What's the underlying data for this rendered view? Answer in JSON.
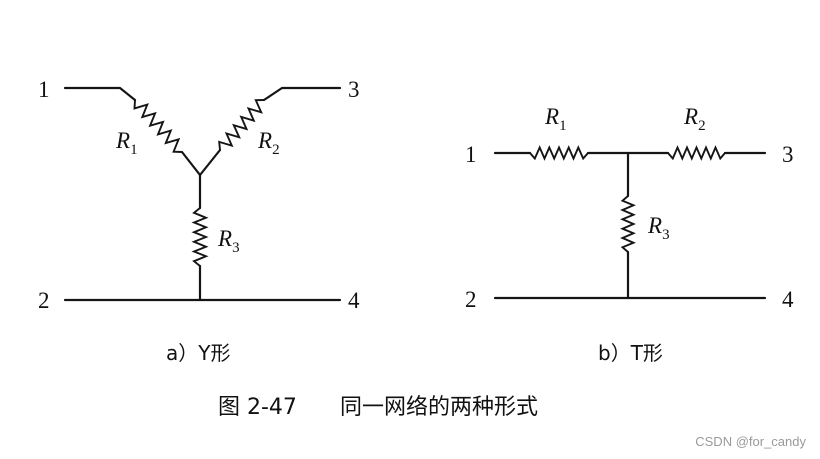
{
  "diagram_a": {
    "terminals": {
      "t1": "1",
      "t2": "2",
      "t3": "3",
      "t4": "4"
    },
    "r1": {
      "letter": "R",
      "sub": "1"
    },
    "r2": {
      "letter": "R",
      "sub": "2"
    },
    "r3": {
      "letter": "R",
      "sub": "3"
    },
    "caption": "a）Y形"
  },
  "diagram_b": {
    "terminals": {
      "t1": "1",
      "t2": "2",
      "t3": "3",
      "t4": "4"
    },
    "r1": {
      "letter": "R",
      "sub": "1"
    },
    "r2": {
      "letter": "R",
      "sub": "2"
    },
    "r3": {
      "letter": "R",
      "sub": "3"
    },
    "caption": "b）T形"
  },
  "figure_caption": {
    "number": "图 2-47",
    "title": "同一网络的两种形式"
  },
  "watermark": "CSDN @for_candy"
}
